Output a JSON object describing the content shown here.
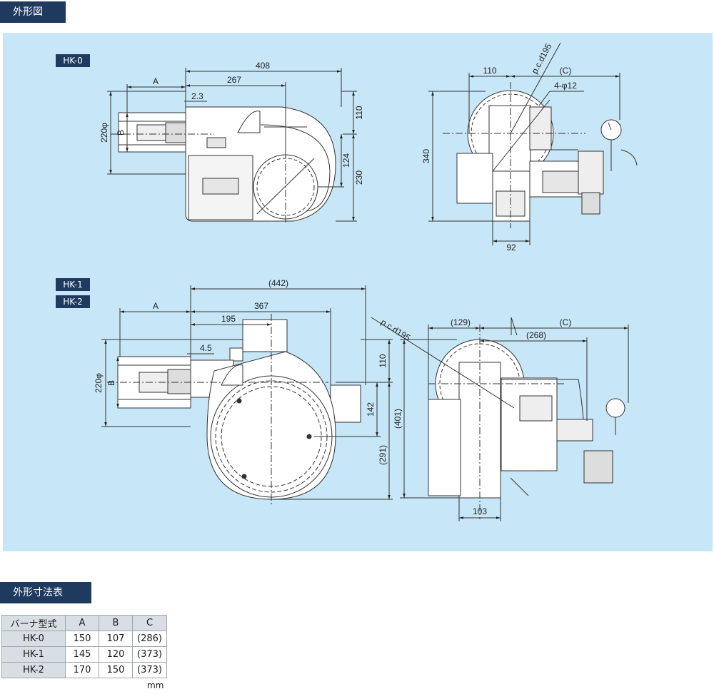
{
  "sections": {
    "outline_title": "外形図",
    "table_title": "外形寸法表"
  },
  "models": {
    "hk0": "HK-0",
    "hk1": "HK-1",
    "hk2": "HK-2"
  },
  "dims_hk0": {
    "overall": "408",
    "width_267": "267",
    "a": "A",
    "gap": "2.3",
    "dia": "220φ",
    "b": "B",
    "h110": "110",
    "h124": "124",
    "h230": "230",
    "side_110": "110",
    "pcd": "p.c.d195",
    "c": "(C)",
    "holes": "4-φ12",
    "h340": "340",
    "w92": "92"
  },
  "dims_hk1": {
    "overall": "(442)",
    "a": "A",
    "w367": "367",
    "w195": "195",
    "gap": "4.5",
    "dia": "220φ",
    "b": "B",
    "h110": "110",
    "h142": "142",
    "h291": "(291)",
    "pcd": "p.c.d195",
    "w129": "(129)",
    "w268": "(268)",
    "c": "(C)",
    "h401": "(401)",
    "w103": "103"
  },
  "table": {
    "headers": [
      "バーナ型式",
      "A",
      "B",
      "C"
    ],
    "rows": [
      [
        "HK-0",
        "150",
        "107",
        "(286)"
      ],
      [
        "HK-1",
        "145",
        "120",
        "(373)"
      ],
      [
        "HK-2",
        "170",
        "150",
        "(373)"
      ]
    ],
    "unit": "mm"
  },
  "colors": {
    "panel": "#c7e6f7",
    "tab": "#1e3a5f"
  }
}
